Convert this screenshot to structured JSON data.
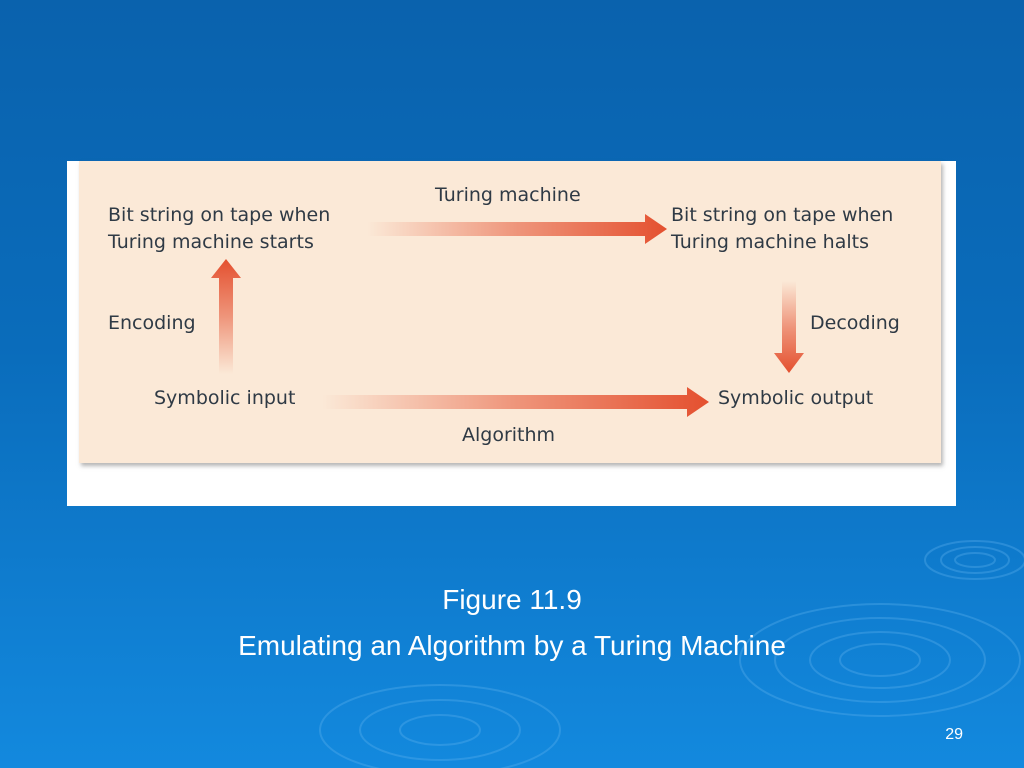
{
  "diagram": {
    "nodes": {
      "tape_start": "Bit string on tape when\nTuring machine starts",
      "tape_halt": "Bit string on tape when\nTuring machine halts",
      "symbolic_input": "Symbolic input",
      "symbolic_output": "Symbolic output"
    },
    "edges": {
      "turing_machine": "Turing machine",
      "encoding": "Encoding",
      "decoding": "Decoding",
      "algorithm": "Algorithm"
    },
    "colors": {
      "panel": "#fbe9d7",
      "arrow": "#e4502f",
      "text": "#2f3a45"
    }
  },
  "caption": {
    "figure_number": "Figure 11.9",
    "title": "Emulating an Algorithm by a Turing Machine"
  },
  "slide": {
    "page_number": "29"
  }
}
